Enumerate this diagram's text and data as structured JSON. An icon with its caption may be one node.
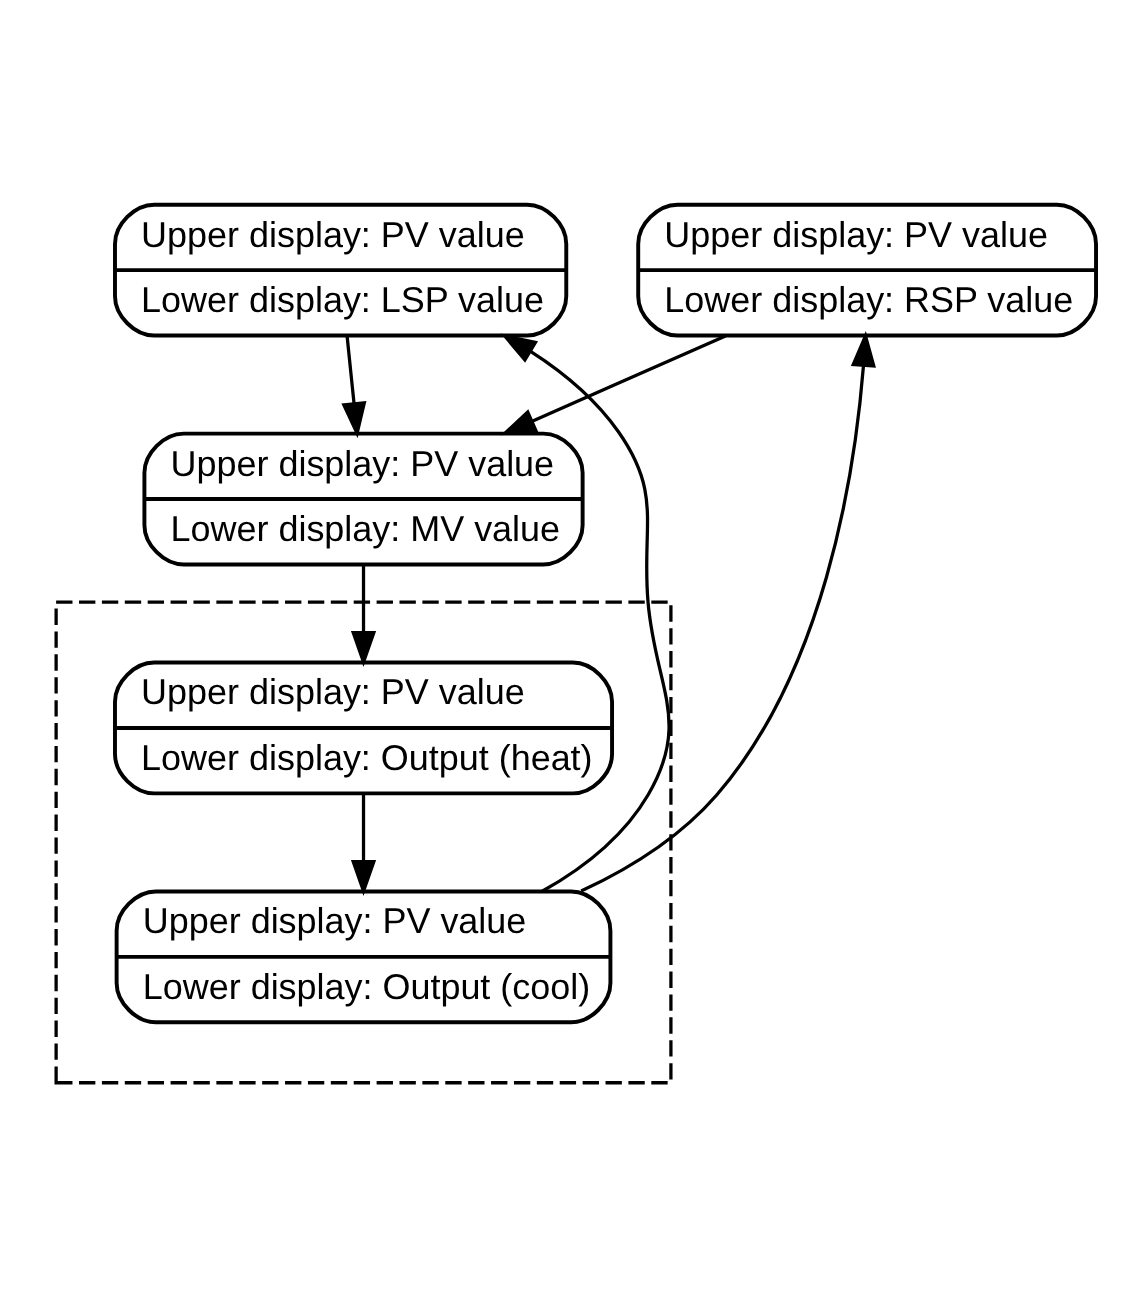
{
  "diagram": {
    "nodes": [
      {
        "text": [
          "Upper display: PV value",
          "Lower display: LSP value"
        ]
      },
      {
        "text": [
          "Upper display: PV value",
          "Lower display: RSP value"
        ]
      },
      {
        "text": [
          "Upper display: PV value",
          "Lower display: MV value"
        ]
      },
      {
        "text": [],
        "shape": "box"
      },
      {
        "text": [
          "Upper display: PV value",
          "Lower display: Output (heat)"
        ],
        "in": 3
      },
      {
        "text": [
          "Upper display: PV value",
          "Lower display: Output (cool)"
        ],
        "in": 3
      }
    ],
    "edges": [
      {
        "from": 5,
        "to": 0,
        "arrow": "to"
      },
      {
        "from": 5,
        "to": 1,
        "arrow": "to"
      },
      {
        "from": 0,
        "to": 2,
        "arrow": "to"
      },
      {
        "from": 1,
        "to": 2,
        "arrow": "to"
      },
      {
        "from": 2,
        "to": 4,
        "arrow": "to"
      },
      {
        "from": 4,
        "to": 5,
        "arrow": "to"
      }
    ]
  }
}
